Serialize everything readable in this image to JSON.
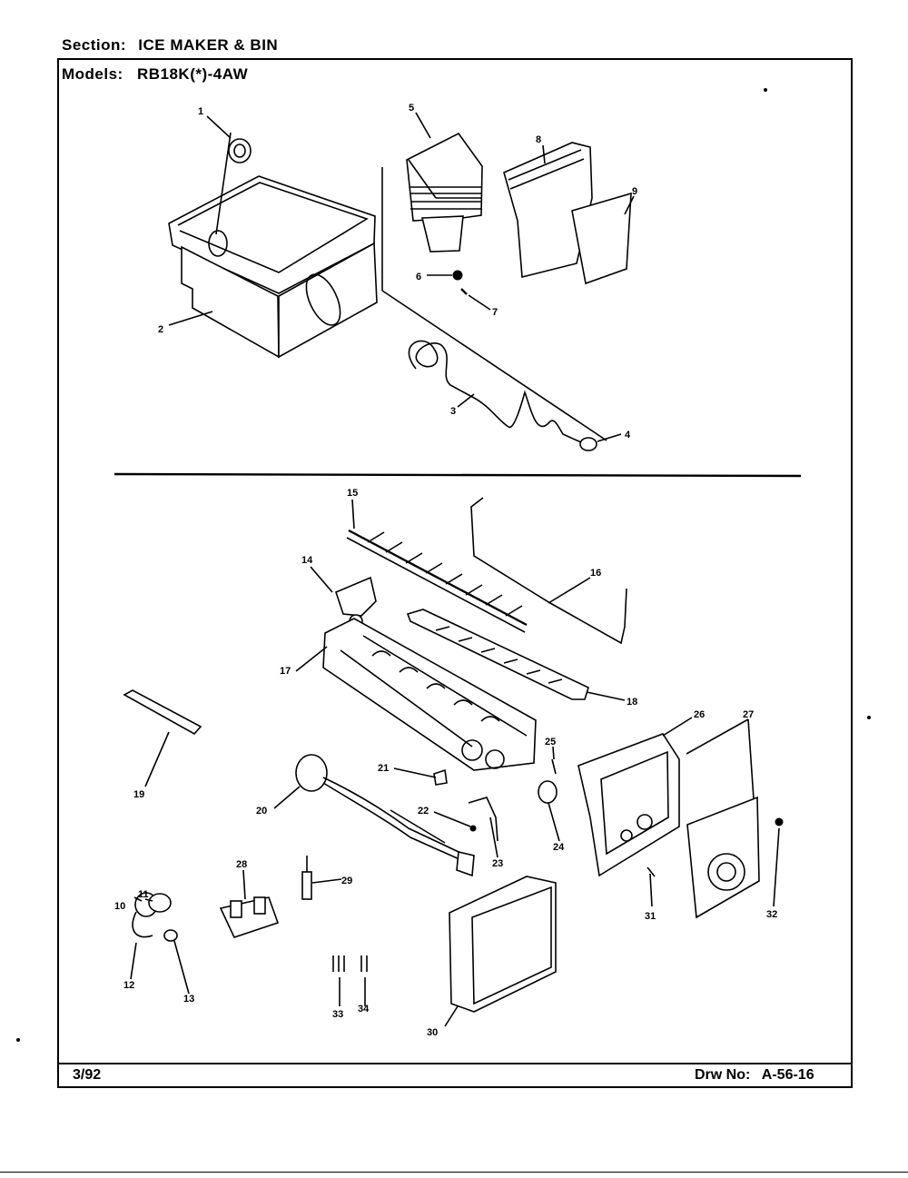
{
  "header": {
    "section_label": "Section:",
    "section_value": "ICE MAKER & BIN",
    "models_label": "Models:",
    "models_value": "RB18K(*)-4AW"
  },
  "footer": {
    "date": "3/92",
    "drawing_label": "Drw No:",
    "drawing_number": "A-56-16"
  },
  "callouts": [
    "1",
    "2",
    "3",
    "4",
    "5",
    "6",
    "7",
    "8",
    "9",
    "10",
    "11",
    "12",
    "13",
    "14",
    "15",
    "16",
    "17",
    "18",
    "19",
    "20",
    "21",
    "22",
    "23",
    "24",
    "25",
    "26",
    "27",
    "28",
    "29",
    "30",
    "31",
    "32",
    "33",
    "34"
  ]
}
